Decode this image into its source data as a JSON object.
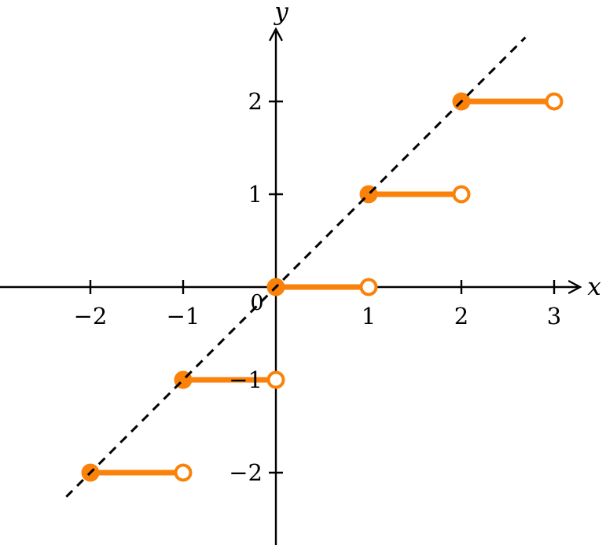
{
  "figure": {
    "background_color": "#ffffff",
    "axis_color": "#000000",
    "accent_color": "#FA820A"
  },
  "chart_data": {
    "type": "line",
    "title": "",
    "xlabel": "x",
    "ylabel": "y",
    "origin_label": "0",
    "xlim": [
      -2.975,
      3.28
    ],
    "ylim": [
      -2.78,
      2.78
    ],
    "grid": false,
    "legend": "none",
    "x_ticks": [
      {
        "value": -2,
        "label": "−2"
      },
      {
        "value": -1,
        "label": "−1"
      },
      {
        "value": 1,
        "label": "1"
      },
      {
        "value": 2,
        "label": "2"
      },
      {
        "value": 3,
        "label": "3"
      }
    ],
    "y_ticks": [
      {
        "value": 2,
        "label": "2"
      },
      {
        "value": 1,
        "label": "1"
      },
      {
        "value": -1,
        "label": "−1"
      },
      {
        "value": -2,
        "label": "−2"
      }
    ],
    "series": [
      {
        "name": "identity-line-y-equals-x",
        "type": "line",
        "style": "dashed",
        "color": "#000000",
        "points": [
          [
            -2.26,
            -2.26
          ],
          [
            2.69,
            2.69
          ]
        ]
      },
      {
        "name": "floor-function",
        "type": "step-segments",
        "style": "solid",
        "color": "#FA820A",
        "segments": [
          {
            "y": -2,
            "x_closed": -2,
            "x_open": -1
          },
          {
            "y": -1,
            "x_closed": -1,
            "x_open": 0
          },
          {
            "y": 0,
            "x_closed": 0,
            "x_open": 1
          },
          {
            "y": 1,
            "x_closed": 1,
            "x_open": 2
          },
          {
            "y": 2,
            "x_closed": 2,
            "x_open": 3
          }
        ],
        "marker_closed": "filled-dot-included-endpoint",
        "marker_open": "open-circle-excluded-endpoint"
      }
    ]
  }
}
